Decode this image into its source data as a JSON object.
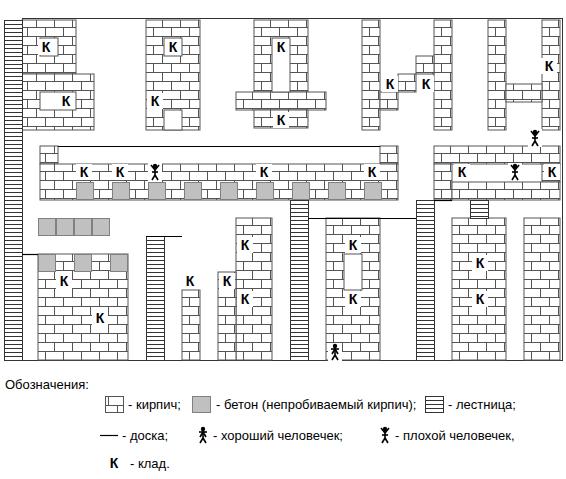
{
  "diagram": {
    "labels": [
      "К",
      "К",
      "К",
      "К",
      "К",
      "К",
      "К",
      "К",
      "К",
      "К",
      "К",
      "К",
      "К",
      "К",
      "К",
      "К",
      "К",
      "К",
      "К",
      "К",
      "К",
      "К",
      "К",
      "К",
      "К",
      "Обозначения:",
      "К"
    ],
    "legend": [
      {
        "text": "- кирпич;"
      },
      {
        "text": "- бетон (непробиваемый кирпич);",
        "color": "#c0c0c0"
      },
      {
        "text": "- лестница;"
      },
      {
        "text": "- доска;"
      },
      {
        "text": "- хороший человечек;"
      },
      {
        "text": "- плохой человечек,"
      },
      {
        "text": "- клад."
      }
    ]
  }
}
